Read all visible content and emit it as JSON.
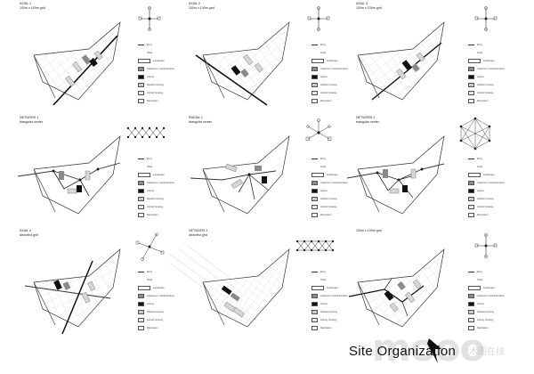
{
  "panels": [
    {
      "id": "axial-1",
      "title": "AXIAL 1",
      "subtitle": "100m x 100m grid"
    },
    {
      "id": "axial-2",
      "title": "AXIAL 2",
      "subtitle": "100m x 100m grid"
    },
    {
      "id": "axial-3",
      "title": "AXIAL 3",
      "subtitle": "100m x 100m grid"
    },
    {
      "id": "network-1",
      "title": "NETWORK 1",
      "subtitle": "triangular center"
    },
    {
      "id": "radial-1",
      "title": "RADIAL 1",
      "subtitle": "triangular center"
    },
    {
      "id": "network-2",
      "title": "NETWORK 2",
      "subtitle": "triangular center"
    },
    {
      "id": "axial-4",
      "title": "AXIAL 4",
      "subtitle": "distorted grid"
    },
    {
      "id": "network-3",
      "title": "NETWORK 3",
      "subtitle": "distorted grid"
    },
    {
      "id": "axial-5",
      "title": "",
      "subtitle": "100m x 100m grid"
    }
  ],
  "legend": {
    "items": [
      {
        "label": "Entry",
        "swatch": "line"
      },
      {
        "label": "Node",
        "swatch": "dot"
      },
      {
        "label": "Landscape",
        "swatch": "#ffffff"
      },
      {
        "label": "Classroom / administration",
        "swatch": "#8a8a8a"
      },
      {
        "label": "Library",
        "swatch": "#111111"
      },
      {
        "label": "Student housing",
        "swatch": "#c8c8c8"
      },
      {
        "label": "Faculty housing",
        "swatch": "#e6e6e6"
      },
      {
        "label": "Recreation",
        "swatch": "#f4f4f4"
      }
    ]
  },
  "footer": {
    "title": "Site Organization",
    "watermark": "mooo",
    "watermark_sub": "木图在线"
  },
  "colors": {
    "line": "#222222",
    "grid": "#cfcfcf",
    "dark": "#111111",
    "mid": "#8a8a8a",
    "light": "#d6d6d6"
  }
}
